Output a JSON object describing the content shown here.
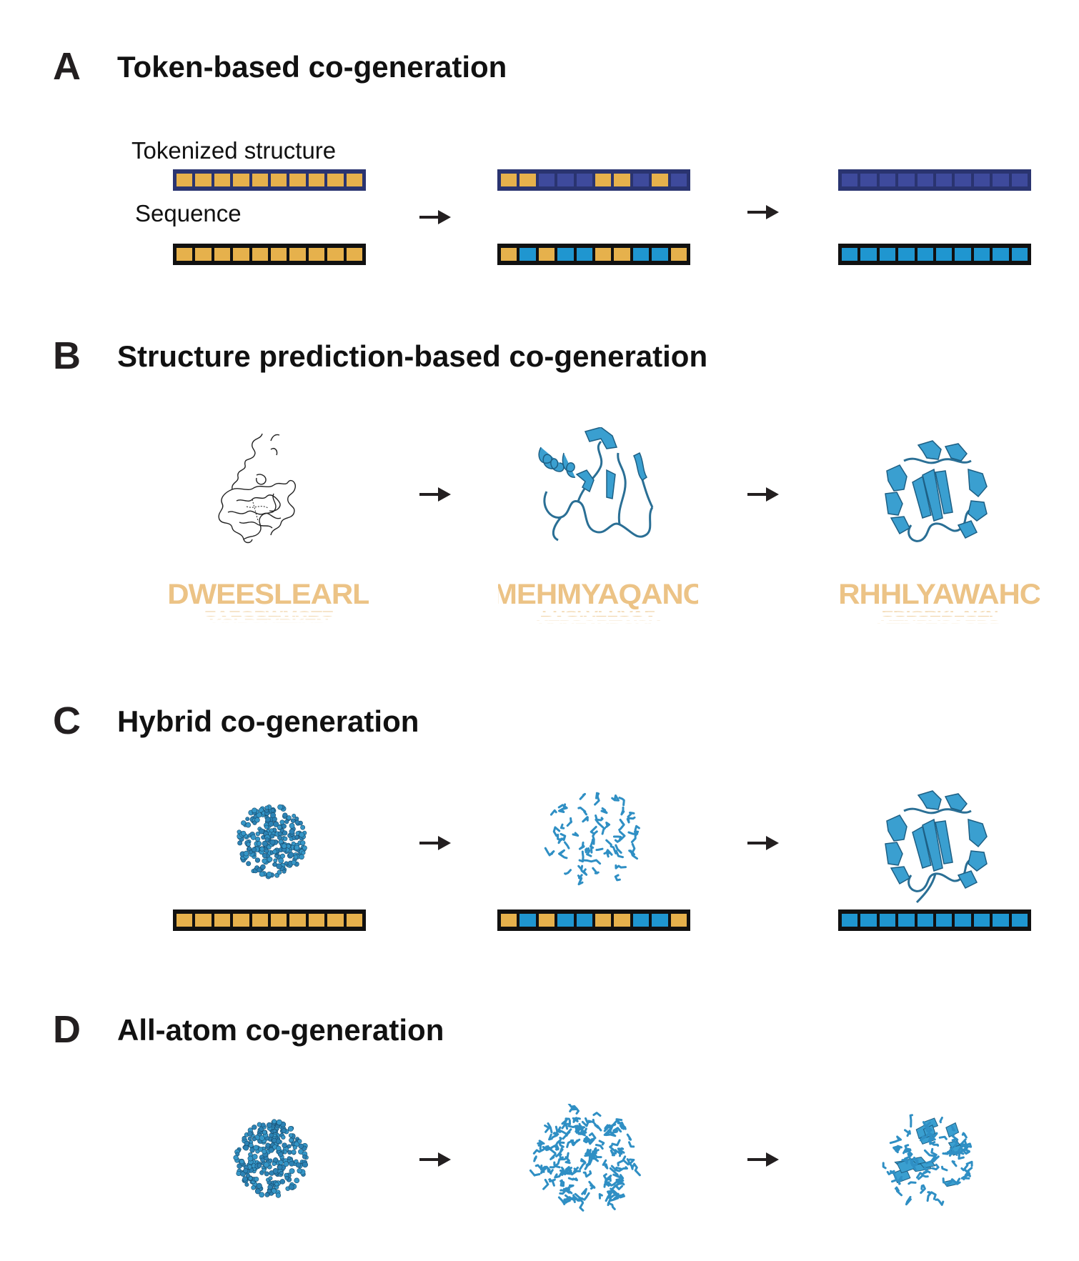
{
  "panels": {
    "a": {
      "letter": "A",
      "title": "Token-based co-generation",
      "label_structure": "Tokenized structure",
      "label_sequence": "Sequence"
    },
    "b": {
      "letter": "B",
      "title": "Structure prediction-based co-generation"
    },
    "c": {
      "letter": "C",
      "title": "Hybrid co-generation"
    },
    "d": {
      "letter": "D",
      "title": "All-atom co-generation"
    }
  },
  "colors": {
    "masked": "#e6b14c",
    "structure_token": "#3e4a9c",
    "sequence_token": "#1f96d0",
    "bar_border_structure": "#2a3470",
    "bar_border_sequence": "#111111",
    "protein": "#2f90c4",
    "logo": "#ecc386",
    "arrow": "#231f20"
  },
  "token_states": {
    "a_struct_1": [
      "m",
      "m",
      "m",
      "m",
      "m",
      "m",
      "m",
      "m",
      "m",
      "m"
    ],
    "a_struct_2": [
      "m",
      "m",
      "s",
      "s",
      "s",
      "m",
      "m",
      "s",
      "m",
      "s"
    ],
    "a_struct_3": [
      "s",
      "s",
      "s",
      "s",
      "s",
      "s",
      "s",
      "s",
      "s",
      "s"
    ],
    "a_seq_1": [
      "m",
      "m",
      "m",
      "m",
      "m",
      "m",
      "m",
      "m",
      "m",
      "m"
    ],
    "a_seq_2": [
      "m",
      "q",
      "m",
      "q",
      "q",
      "m",
      "m",
      "q",
      "q",
      "m"
    ],
    "a_seq_3": [
      "q",
      "q",
      "q",
      "q",
      "q",
      "q",
      "q",
      "q",
      "q",
      "q"
    ],
    "c_seq_1": [
      "m",
      "m",
      "m",
      "m",
      "m",
      "m",
      "m",
      "m",
      "m",
      "m"
    ],
    "c_seq_2": [
      "m",
      "q",
      "m",
      "q",
      "q",
      "m",
      "m",
      "q",
      "q",
      "m"
    ],
    "c_seq_3": [
      "q",
      "q",
      "q",
      "q",
      "q",
      "q",
      "q",
      "q",
      "q",
      "q"
    ]
  },
  "logos": {
    "b1": {
      "top": "DWEESLEARL",
      "stack": [
        "EAEQPWMQTE",
        "QAEGSFWKRG",
        "KSLDTYRKEN",
        "VNRQHTTIYP",
        "RDGYKVAISD",
        "MTQWVYNAPR"
      ]
    },
    "b2": {
      "top": "MEHMYAQANC",
      "stack": [
        "LHSLVLHVAF",
        "RAGIVEFCGA",
        "KTPSQRTWSK",
        "YVNEAYDQVL"
      ]
    },
    "b3": {
      "top": "RHHLYAWAHC",
      "stack": [
        "EDIQRKLAKN",
        "QSPSERFGTL",
        "KTNRVSAEPS",
        "VTRQTGDGRD"
      ]
    }
  }
}
